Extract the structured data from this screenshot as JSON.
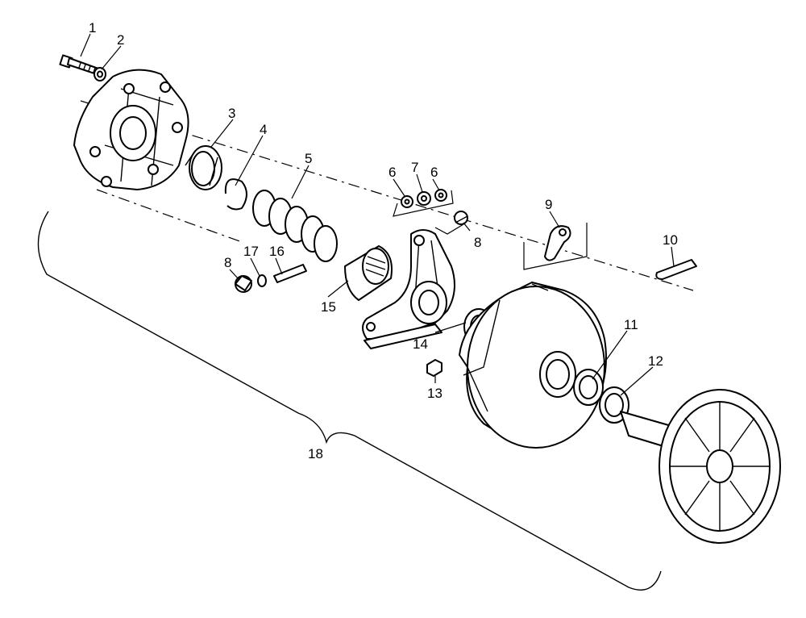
{
  "callouts": {
    "c1": "1",
    "c2": "2",
    "c3": "3",
    "c4": "4",
    "c5": "5",
    "c6a": "6",
    "c7": "7",
    "c6b": "6",
    "c8a": "8",
    "c8b": "8",
    "c9": "9",
    "c10": "10",
    "c11": "11",
    "c12": "12",
    "c13": "13",
    "c14": "14",
    "c15": "15",
    "c16": "16",
    "c17": "17",
    "c18": "18"
  },
  "colors": {
    "line": "#000000",
    "background": "#ffffff"
  }
}
